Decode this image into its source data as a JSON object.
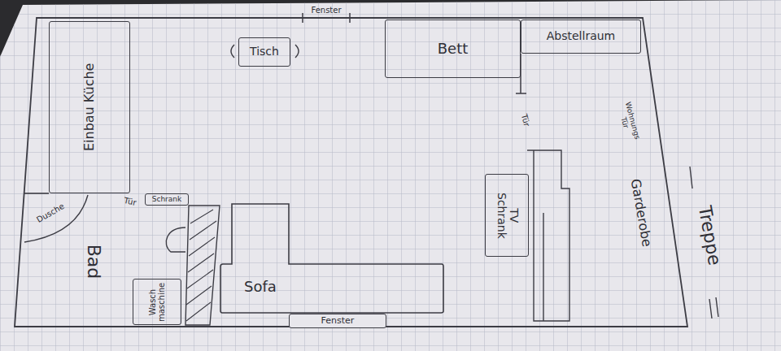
{
  "diagram": {
    "nodes": [
      {
        "text": [
          "Einbau Küche"
        ]
      },
      {
        "text": [
          "Tisch"
        ]
      },
      {
        "text": [
          "Bett"
        ]
      },
      {
        "text": [
          "Abstellraum"
        ]
      },
      {
        "text": [
          "Schrank"
        ]
      },
      {
        "text": [
          "Wasch maschine"
        ]
      },
      {
        "text": [
          "Sofa"
        ]
      },
      {
        "text": [
          "TV Schrank"
        ]
      },
      {
        "text": [
          "Fenster"
        ]
      }
    ],
    "labels": [
      "Fenster",
      "Tür",
      "Dusche",
      "Bad",
      "Tür",
      "Wohnungs Tür",
      "Garderobe",
      "Treppe"
    ]
  }
}
